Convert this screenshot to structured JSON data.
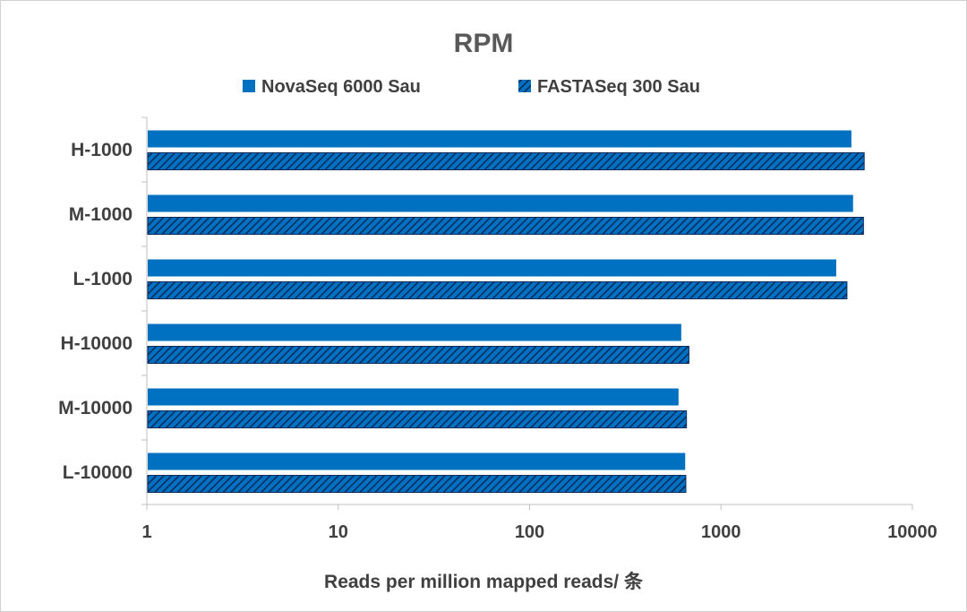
{
  "colors": {
    "series1": "#0070C0",
    "series2_fill": "#0070C0",
    "series2_hatch": "#0B2A5C",
    "axis": "#bfbfbf",
    "text": "#404040",
    "title": "#595959"
  },
  "chart_data": {
    "type": "bar",
    "orientation": "horizontal",
    "title": "RPM",
    "xlabel": "Reads per million mapped reads/ 条",
    "ylabel": "",
    "x_scale": "log",
    "xlim": [
      1,
      10000
    ],
    "x_ticks": [
      "1",
      "10",
      "100",
      "1000",
      "10000"
    ],
    "categories": [
      "H-1000",
      "M-1000",
      "L-1000",
      "H-10000",
      "M-10000",
      "L-10000"
    ],
    "series": [
      {
        "name": "NovaSeq 6000 Sau",
        "pattern": "solid",
        "values": [
          4800,
          4900,
          4000,
          620,
          600,
          650
        ]
      },
      {
        "name": "FASTASeq 300 Sau",
        "pattern": "hatched",
        "values": [
          5600,
          5550,
          4550,
          680,
          660,
          655
        ]
      }
    ],
    "legend_position": "top",
    "grid": false
  }
}
